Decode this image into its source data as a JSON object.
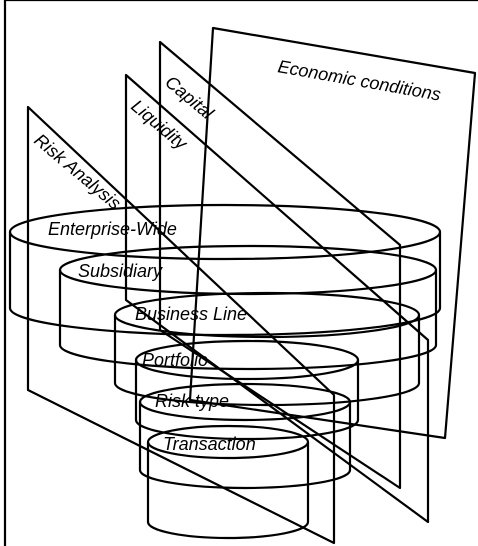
{
  "diagram": {
    "planes": [
      {
        "label": "Economic conditions"
      },
      {
        "label": "Capital"
      },
      {
        "label": "Liquidity"
      },
      {
        "label": "Risk Analysis"
      }
    ],
    "levels": [
      {
        "label": "Enterprise-Wide"
      },
      {
        "label": "Subsidiary"
      },
      {
        "label": "Business Line"
      },
      {
        "label": "Portfolio"
      },
      {
        "label": "Risk type"
      },
      {
        "label": "Transaction"
      }
    ]
  }
}
